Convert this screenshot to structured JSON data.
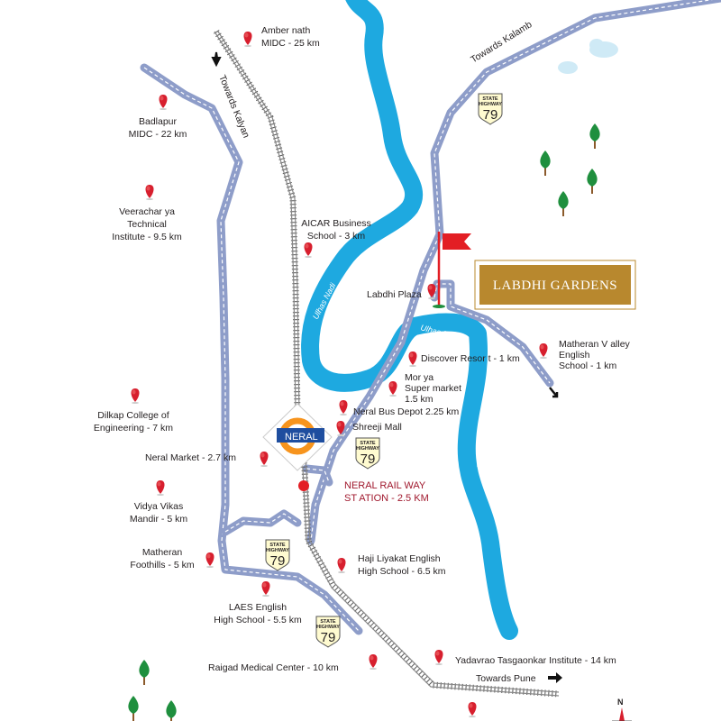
{
  "brand": {
    "name": "LABDHI GARDENS",
    "color": "#b8882e"
  },
  "station": {
    "name": "NERAL",
    "ring_color": "#f7941d",
    "bar_color": "#1f4e9f"
  },
  "directions": {
    "kalyan": "Towards Kalyan",
    "kalamb": "Towards Kalamb",
    "pune": "Towards Pune"
  },
  "rivers": [
    "Ulhas Nadi",
    "Ulhas Nadi",
    "Ulhas Nadi"
  ],
  "highway_shield": {
    "top": "STATE",
    "middle": "HIGHWAY",
    "number": "79"
  },
  "railway_station_label": [
    "NERAL RAIL     WAY",
    "ST ATION - 2.5 KM"
  ],
  "compass": "N",
  "places": [
    {
      "lines": [
        "Amber nath",
        "MIDC - 25 km"
      ]
    },
    {
      "lines": [
        "Badlapur",
        "MIDC - 22 km"
      ]
    },
    {
      "lines": [
        "Veerachar ya",
        "Technical",
        "Institute - 9.5 km"
      ]
    },
    {
      "lines": [
        "AICAR Business",
        "School - 3 km"
      ]
    },
    {
      "lines": [
        "Labdhi Plaza"
      ]
    },
    {
      "lines": [
        "Matheran V alley",
        "English",
        "School - 1 km"
      ]
    },
    {
      "lines": [
        "Discover Resor t - 1 km"
      ]
    },
    {
      "lines": [
        "Mor ya",
        "Super market",
        "1.5 km"
      ]
    },
    {
      "lines": [
        "Neral Bus Depot 2.25 km"
      ]
    },
    {
      "lines": [
        "Shreeji Mall"
      ]
    },
    {
      "lines": [
        "Dilkap College of",
        "Engineering - 7 km"
      ]
    },
    {
      "lines": [
        "Neral Market - 2.7 km"
      ]
    },
    {
      "lines": [
        "Vidya Vikas",
        "Mandir - 5 km"
      ]
    },
    {
      "lines": [
        "Matheran",
        "Foothills - 5 km"
      ]
    },
    {
      "lines": [
        "Haji Liyakat English",
        "High School - 6.5 km"
      ]
    },
    {
      "lines": [
        "LAES English",
        "High School - 5.5 km"
      ]
    },
    {
      "lines": [
        "Raigad Medical Center - 10 km"
      ]
    },
    {
      "lines": [
        "Yadavrao Tasgaonkar Institute - 14 km"
      ]
    }
  ]
}
